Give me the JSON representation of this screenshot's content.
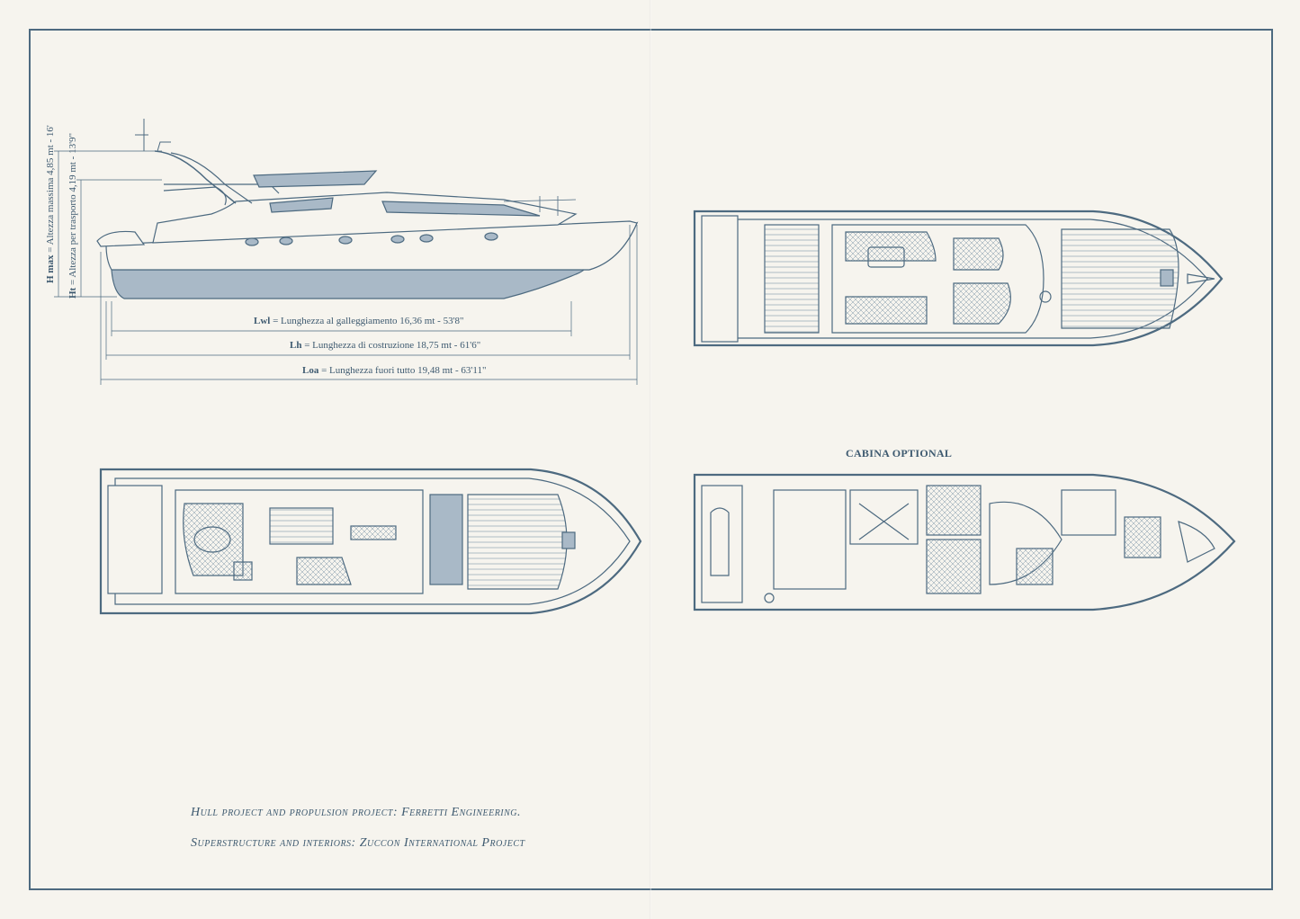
{
  "dimensions": {
    "hmax": {
      "abbr": "H max",
      "text": " = Altezza massima 4,85 mt - 16'"
    },
    "ht": {
      "abbr": "Ht",
      "text": " = Altezza per trasporto 4,19 mt - 13'9\""
    },
    "lwl": {
      "abbr": "Lwl",
      "text": " = Lunghezza al galleggiamento 16,36 mt - 53'8\""
    },
    "lh": {
      "abbr": "Lh",
      "text": " = Lunghezza di costruzione 18,75 mt - 61'6\""
    },
    "loa": {
      "abbr": "Loa",
      "text": " = Lunghezza fuori tutto 19,48 mt - 63'11\""
    }
  },
  "labels": {
    "cabina_optional": "CABINA OPTIONAL"
  },
  "credits": {
    "line1": "Hull project and propulsion project: Ferretti Engineering.",
    "line2": "Superstructure and interiors: Zuccon International Project"
  },
  "colors": {
    "line": "#4d6a80",
    "fill": "#a9b9c7",
    "paper": "#f6f4ee"
  }
}
